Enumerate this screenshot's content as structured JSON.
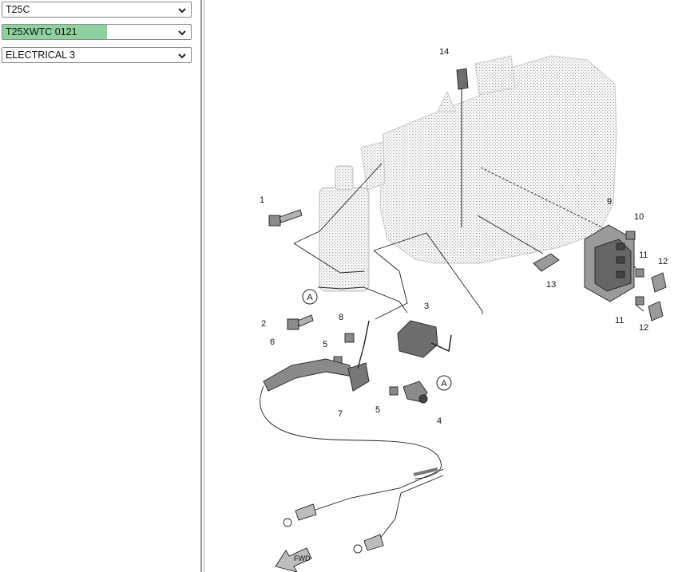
{
  "selectors": [
    {
      "value": "T25C"
    },
    {
      "value": "T25XWTC 0121"
    },
    {
      "value": "ELECTRICAL 3"
    }
  ],
  "highlight_color": "#8fd19e",
  "diagram": {
    "callouts": [
      "1",
      "2",
      "3",
      "4",
      "5",
      "5",
      "6",
      "7",
      "8",
      "9",
      "10",
      "11",
      "11",
      "12",
      "12",
      "13",
      "14"
    ],
    "refs": [
      "A",
      "A"
    ],
    "direction": "FWD"
  }
}
